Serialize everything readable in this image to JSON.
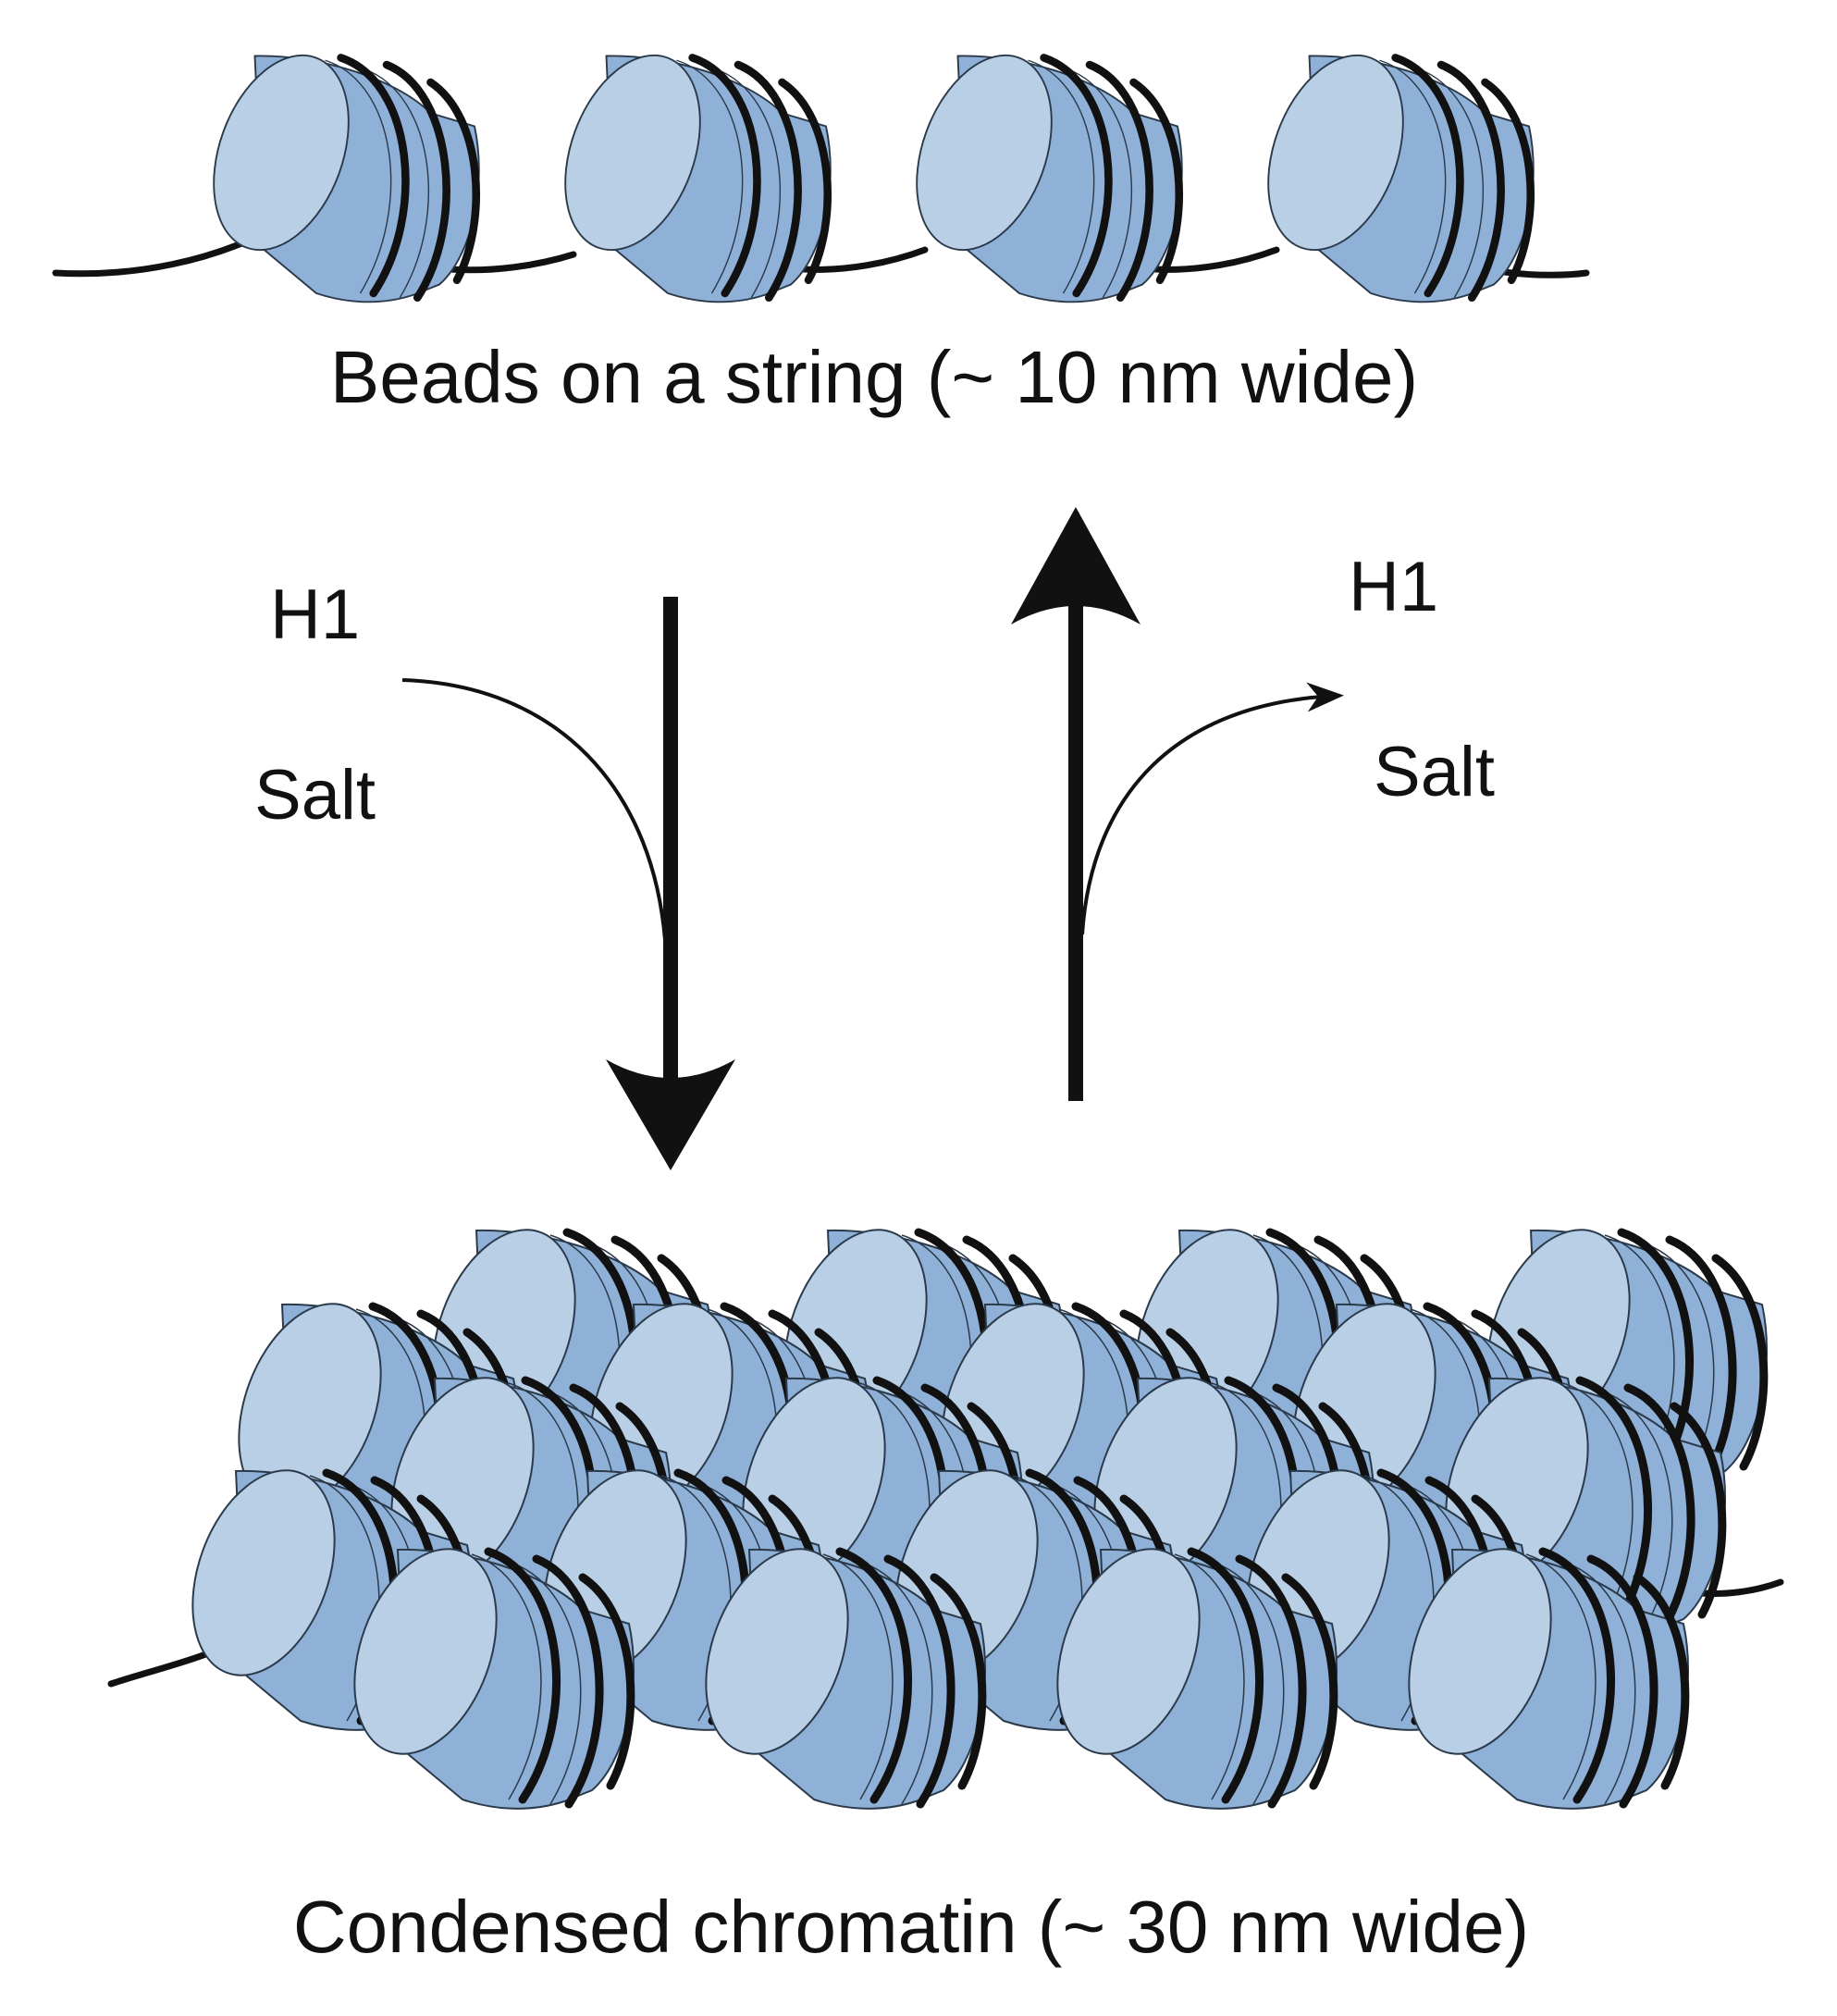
{
  "top_caption": "Beads on a string (~ 10 nm wide)",
  "bottom_caption": "Condensed chromatin (~ 30 nm wide)",
  "left_process": {
    "h1_label": "H1",
    "salt_label": "Salt"
  },
  "right_process": {
    "h1_label": "H1",
    "salt_label": "Salt"
  },
  "colors": {
    "nucleosome_face": "#b9cfe6",
    "nucleosome_body": "#8fb1d8",
    "dna": "#111111",
    "outline": "#2b3a4a"
  }
}
